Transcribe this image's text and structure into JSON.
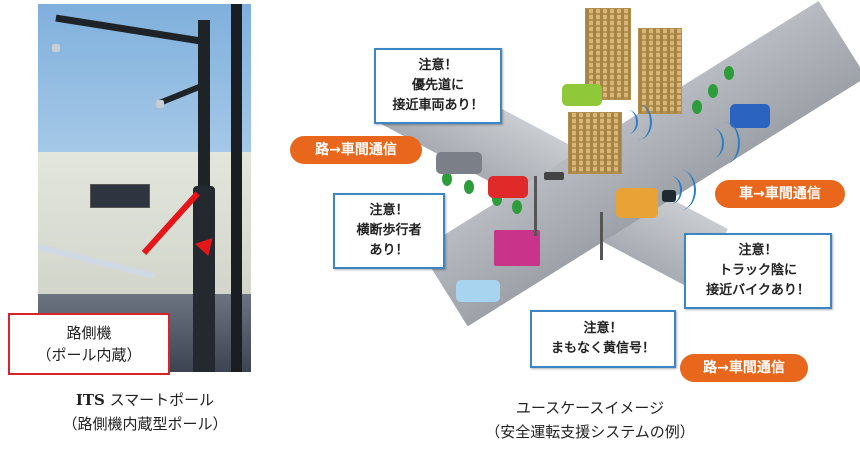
{
  "left_panel": {
    "photo_label_line1": "路側機",
    "photo_label_line2": "（ポール内蔵）",
    "caption_latin": "ITS",
    "caption_line1_rest": " スマートポール",
    "caption_line2": "（路側機内蔵型ポール）"
  },
  "right_panel": {
    "callouts": [
      {
        "id": "priority-road",
        "lines": [
          "注意！",
          "優先道に",
          "接近車両あり！"
        ]
      },
      {
        "id": "pedestrian",
        "lines": [
          "注意！",
          "横断歩行者",
          "あり！"
        ]
      },
      {
        "id": "motorbike",
        "lines": [
          "注意！",
          "トラック陰に",
          "接近バイクあり！"
        ]
      },
      {
        "id": "yellow-signal",
        "lines": [
          "注意！",
          "まもなく黄信号！"
        ]
      }
    ],
    "pills": {
      "road_to_vehicle_top": "路→車間通信",
      "vehicle_to_vehicle": "車→車間通信",
      "road_to_vehicle_bottom": "路→車間通信"
    },
    "caption_line1": "ユースケースイメージ",
    "caption_line2": "（安全運転支援システムの例）"
  },
  "colors": {
    "pill_orange": "#e8671d",
    "callout_border": "#3d86c6",
    "label_red": "#d8232a",
    "arrow_red": "#e5161a"
  }
}
